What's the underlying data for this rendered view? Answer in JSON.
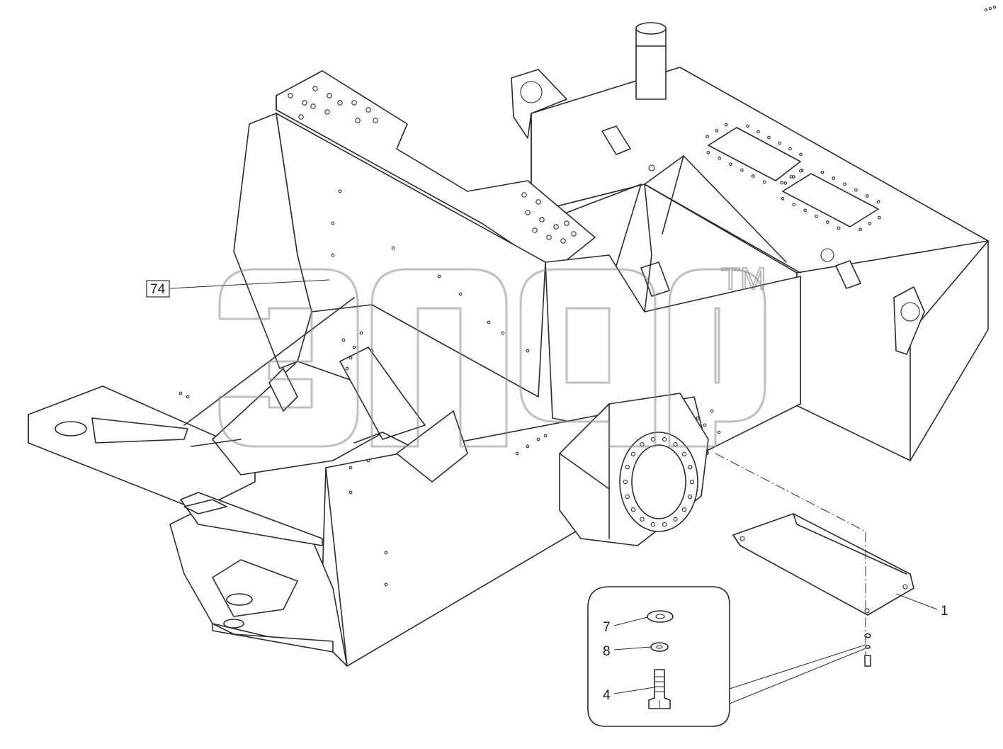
{
  "callouts": [
    {
      "id": "74",
      "label": "74",
      "boxed": true
    },
    {
      "id": "1",
      "label": "1",
      "boxed": false
    },
    {
      "id": "7",
      "label": "7",
      "boxed": false
    },
    {
      "id": "8",
      "label": "8",
      "boxed": false
    },
    {
      "id": "4",
      "label": "4",
      "boxed": false
    }
  ],
  "watermark": {
    "trademark": "TM"
  },
  "colors": {
    "line": "#2b2b2b",
    "watermark": "#8c8c8c",
    "background": "#ffffff"
  }
}
